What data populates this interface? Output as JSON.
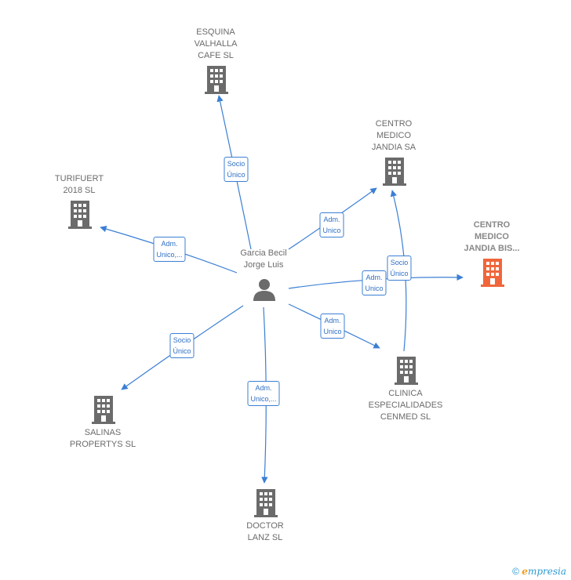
{
  "colors": {
    "edge": "#3b7fd4",
    "building": "#6b6b6b",
    "highlight": "#f0663a"
  },
  "center": {
    "name": "Garcia Becil\nJorge Luis",
    "icon": "person-icon"
  },
  "nodes": [
    {
      "id": "esquina",
      "label": "ESQUINA\nVALHALLA\nCAFE  SL",
      "icon": "building-icon",
      "highlight": false
    },
    {
      "id": "cmjsa",
      "label": "CENTRO\nMEDICO\nJANDIA SA",
      "icon": "building-icon",
      "highlight": false
    },
    {
      "id": "turifuert",
      "label": "TURIFUERT\n2018  SL",
      "icon": "building-icon",
      "highlight": false
    },
    {
      "id": "cmjbis",
      "label": "CENTRO\nMEDICO\nJANDIA BIS...",
      "icon": "building-icon",
      "highlight": true
    },
    {
      "id": "clinica",
      "label": "CLINICA\nESPECIALIDADES\nCENMED  SL",
      "icon": "building-icon",
      "highlight": false
    },
    {
      "id": "salinas",
      "label": "SALINAS\nPROPERTYS  SL",
      "icon": "building-icon",
      "highlight": false
    },
    {
      "id": "doctor",
      "label": "DOCTOR\nLANZ  SL",
      "icon": "building-icon",
      "highlight": false
    }
  ],
  "relations": [
    {
      "id": "r-esquina",
      "label": "Socio\nÚnico"
    },
    {
      "id": "r-cmjsa",
      "label": "Adm.\nUnico"
    },
    {
      "id": "r-turifuert",
      "label": "Adm.\nUnico,..."
    },
    {
      "id": "r-cmjbis-socio",
      "label": "Socio\nÚnico"
    },
    {
      "id": "r-cmjbis-adm",
      "label": "Adm.\nUnico"
    },
    {
      "id": "r-clinica",
      "label": "Adm.\nUnico"
    },
    {
      "id": "r-salinas",
      "label": "Socio\nÚnico"
    },
    {
      "id": "r-doctor",
      "label": "Adm.\nUnico,..."
    }
  ],
  "footer": {
    "copyright": "©",
    "brand_first": "e",
    "brand_rest": "mpresia"
  }
}
